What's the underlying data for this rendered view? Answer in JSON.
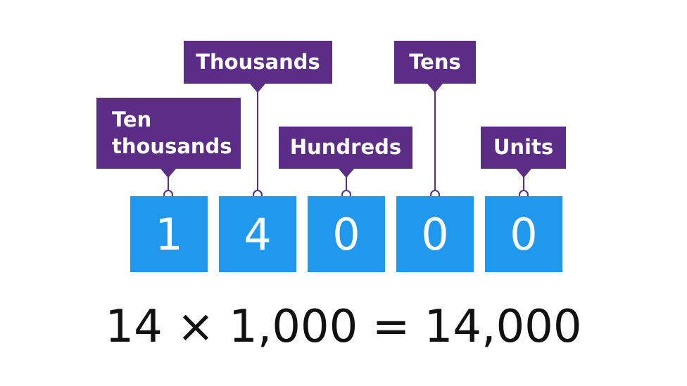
{
  "colors": {
    "label_bg": "#5b2d86",
    "digit_bg": "#1f98ee",
    "text": "#111111"
  },
  "labels": {
    "ten_thousands": "Ten\nthousands",
    "thousands": "Thousands",
    "hundreds": "Hundreds",
    "tens": "Tens",
    "units": "Units"
  },
  "digits": [
    "1",
    "4",
    "0",
    "0",
    "0"
  ],
  "equation": "14 × 1,000 = 14,000"
}
